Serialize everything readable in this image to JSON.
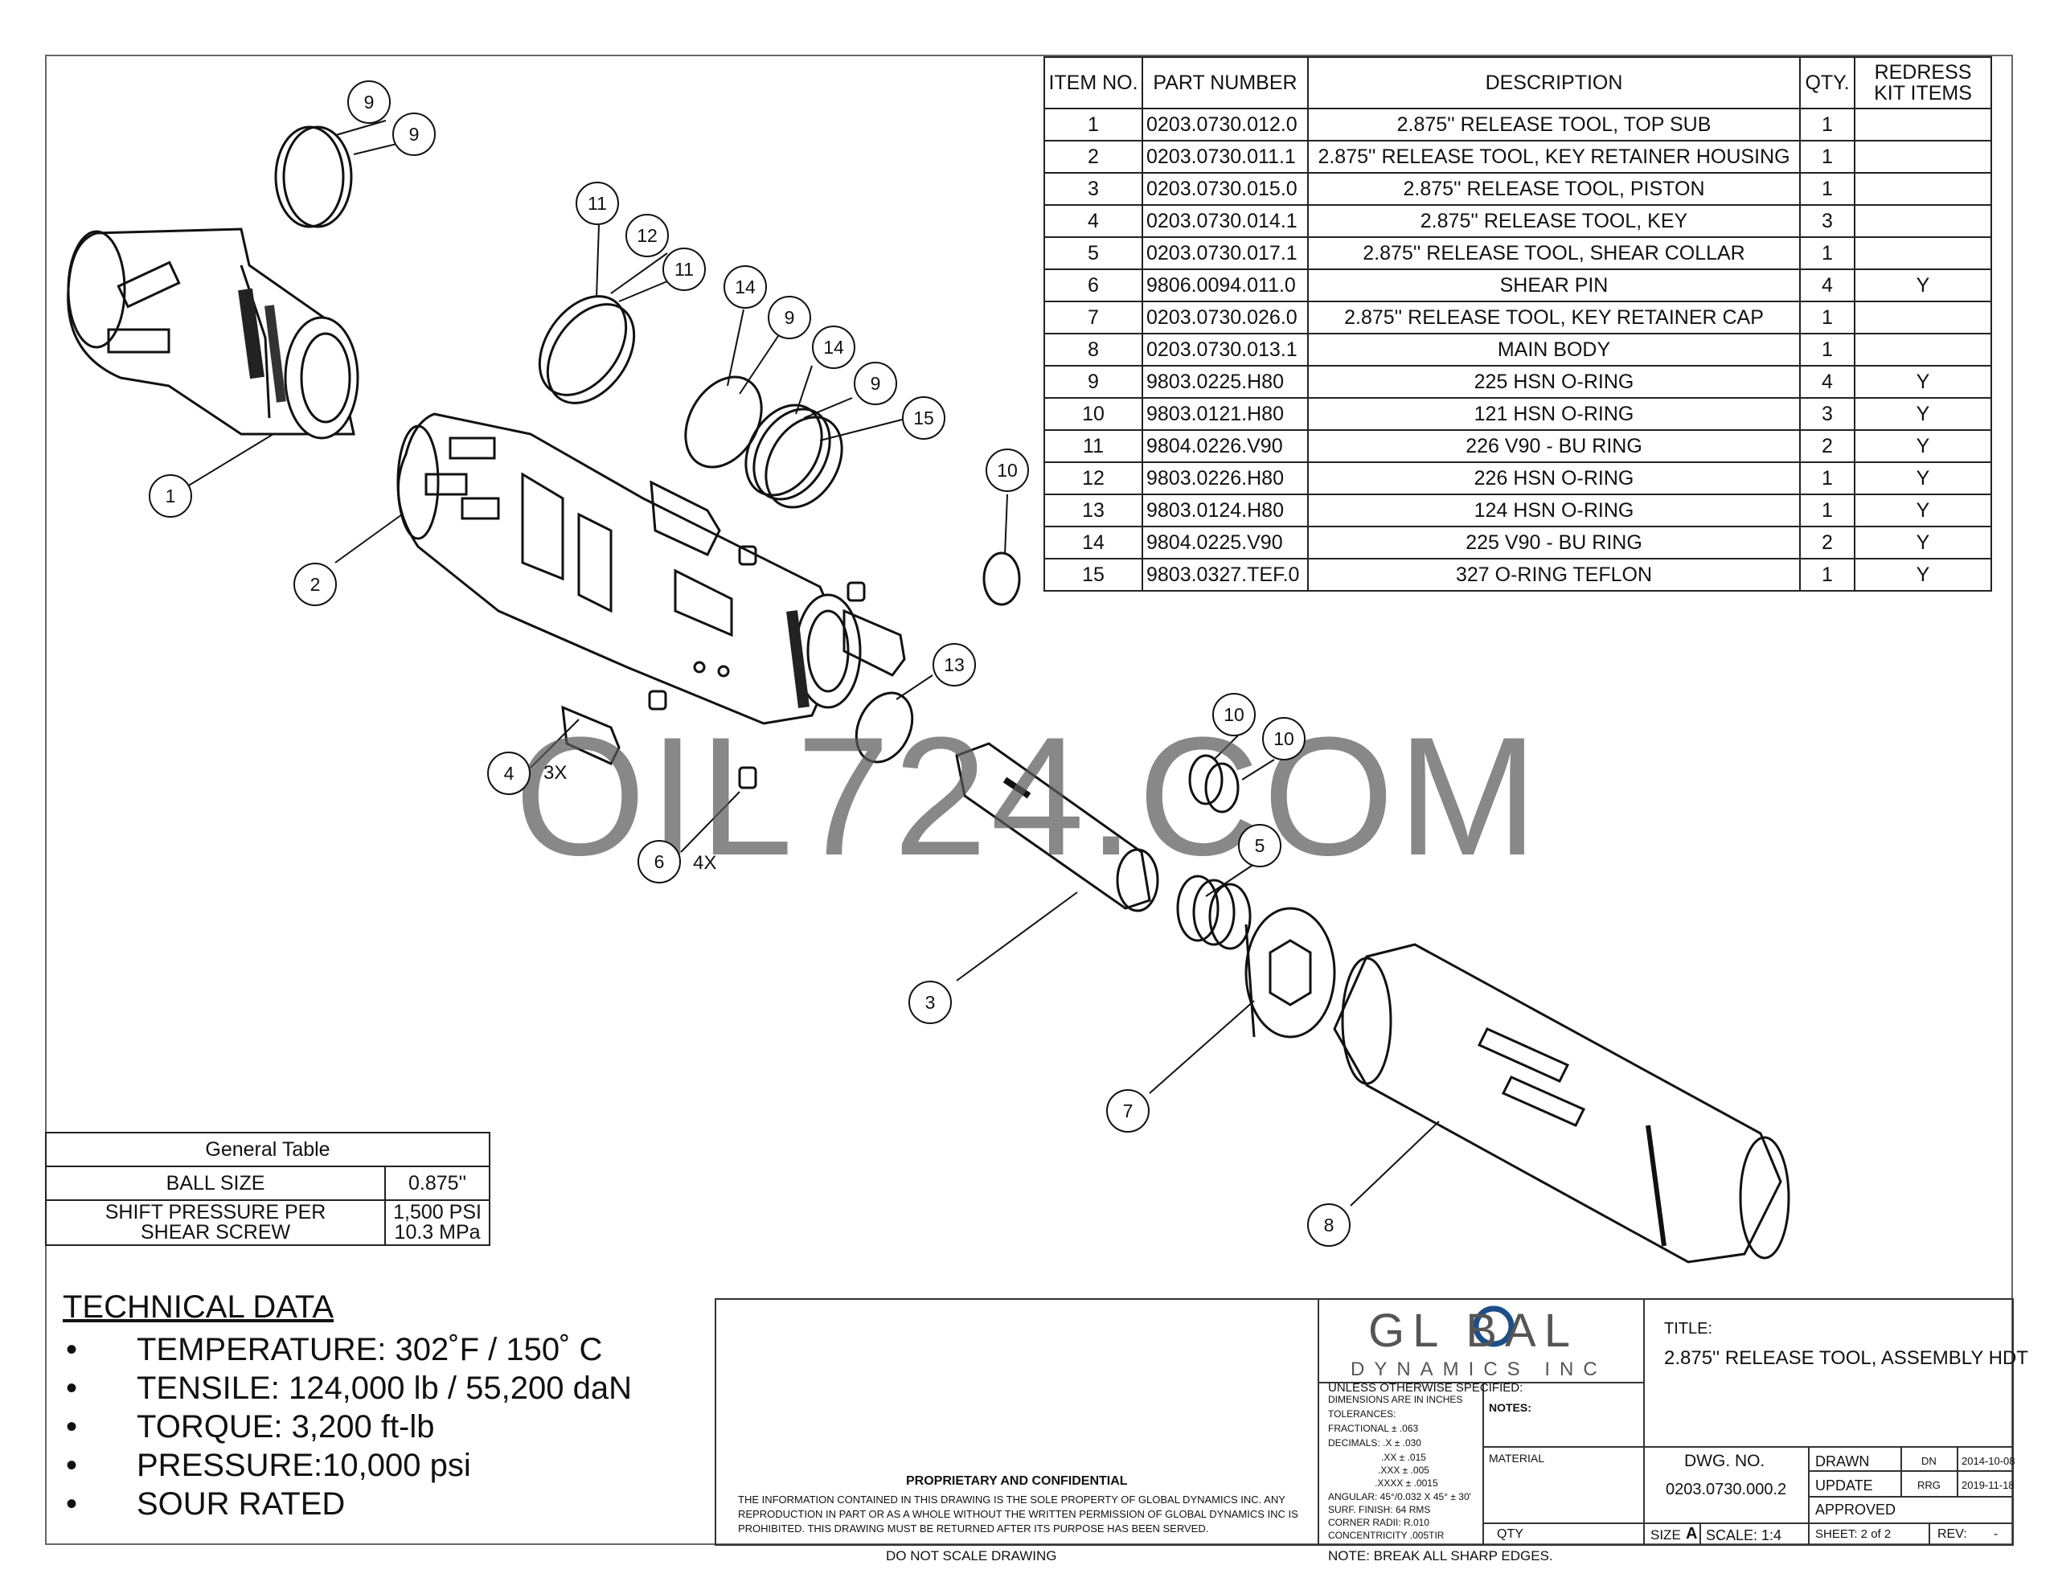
{
  "bom": {
    "headers": {
      "item": "ITEM NO.",
      "part": "PART NUMBER",
      "desc": "DESCRIPTION",
      "qty": "QTY.",
      "kit": "REDRESS KIT ITEMS"
    },
    "rows": [
      {
        "item": "1",
        "part": "0203.0730.012.0",
        "desc": "2.875'' RELEASE TOOL, TOP SUB",
        "qty": "1",
        "kit": ""
      },
      {
        "item": "2",
        "part": "0203.0730.011.1",
        "desc": "2.875'' RELEASE TOOL, KEY RETAINER HOUSING",
        "qty": "1",
        "kit": ""
      },
      {
        "item": "3",
        "part": "0203.0730.015.0",
        "desc": "2.875'' RELEASE TOOL, PISTON",
        "qty": "1",
        "kit": ""
      },
      {
        "item": "4",
        "part": "0203.0730.014.1",
        "desc": "2.875'' RELEASE TOOL, KEY",
        "qty": "3",
        "kit": ""
      },
      {
        "item": "5",
        "part": "0203.0730.017.1",
        "desc": "2.875'' RELEASE TOOL, SHEAR COLLAR",
        "qty": "1",
        "kit": ""
      },
      {
        "item": "6",
        "part": "9806.0094.011.0",
        "desc": "SHEAR PIN",
        "qty": "4",
        "kit": "Y"
      },
      {
        "item": "7",
        "part": "0203.0730.026.0",
        "desc": "2.875'' RELEASE TOOL, KEY RETAINER CAP",
        "qty": "1",
        "kit": ""
      },
      {
        "item": "8",
        "part": "0203.0730.013.1",
        "desc": "MAIN BODY",
        "qty": "1",
        "kit": ""
      },
      {
        "item": "9",
        "part": "9803.0225.H80",
        "desc": "225 HSN O-RING",
        "qty": "4",
        "kit": "Y"
      },
      {
        "item": "10",
        "part": "9803.0121.H80",
        "desc": "121 HSN O-RING",
        "qty": "3",
        "kit": "Y"
      },
      {
        "item": "11",
        "part": "9804.0226.V90",
        "desc": "226 V90 - BU RING",
        "qty": "2",
        "kit": "Y"
      },
      {
        "item": "12",
        "part": "9803.0226.H80",
        "desc": "226 HSN O-RING",
        "qty": "1",
        "kit": "Y"
      },
      {
        "item": "13",
        "part": "9803.0124.H80",
        "desc": "124 HSN O-RING",
        "qty": "1",
        "kit": "Y"
      },
      {
        "item": "14",
        "part": "9804.0225.V90",
        "desc": "225 V90 - BU RING",
        "qty": "2",
        "kit": "Y"
      },
      {
        "item": "15",
        "part": "9803.0327.TEF.0",
        "desc": "327 O-RING TEFLON",
        "qty": "1",
        "kit": "Y"
      }
    ]
  },
  "general_table": {
    "title": "General Table",
    "ball_size_label": "BALL SIZE",
    "ball_size_value": "0.875''",
    "shift_label": "SHIFT PRESSURE PER SHEAR SCREW",
    "shift_value_psi": "1,500 PSI",
    "shift_value_mpa": "10.3 MPa"
  },
  "technical_data": {
    "heading": "TECHNICAL DATA",
    "items": [
      "TEMPERATURE: 302˚F / 150˚ C",
      "TENSILE: 124,000 lb / 55,200 daN",
      "TORQUE: 3,200 ft-lb",
      "PRESSURE:10,000 psi",
      "SOUR RATED"
    ]
  },
  "callouts": {
    "c1": "1",
    "c2": "2",
    "c3": "3",
    "c4": "4",
    "c5": "5",
    "c6": "6",
    "c7": "7",
    "c8": "8",
    "c9a": "9",
    "c9b": "9",
    "c9c": "9",
    "c9d": "9",
    "c10a": "10",
    "c10b": "10",
    "c10c": "10",
    "c11a": "11",
    "c11b": "11",
    "c12": "12",
    "c13": "13",
    "c14a": "14",
    "c14b": "14",
    "c15": "15",
    "qty_4": "3X",
    "qty_6": "4X"
  },
  "watermark": "OIL724.COM",
  "title_block": {
    "logo_line1": "GL  BAL",
    "logo_line2": "DYNAMICS INC",
    "proprietary_heading": "PROPRIETARY AND CONFIDENTIAL",
    "proprietary_text_1": "THE INFORMATION CONTAINED IN THIS DRAWING IS THE SOLE PROPERTY OF GLOBAL DYNAMICS INC. ANY",
    "proprietary_text_2": "REPRODUCTION IN PART OR AS A WHOLE WITHOUT THE WRITTEN PERMISSION OF GLOBAL DYNAMICS INC IS",
    "proprietary_text_3": "PROHIBITED. THIS DRAWING MUST BE RETURNED AFTER ITS PURPOSE HAS BEEN SERVED.",
    "do_not_scale": "DO NOT SCALE DRAWING",
    "note_edges": "NOTE: BREAK ALL SHARP EDGES.",
    "unless": "UNLESS OTHERWISE SPECIFIED:",
    "dims": "DIMENSIONS ARE IN INCHES",
    "tolerances": "TOLERANCES:",
    "fractional": "FRACTIONAL ± .063",
    "decimals": "DECIMALS:  .X ± .030",
    "dec_xx": ".XX ± .015",
    "dec_xxx": ".XXX ± .005",
    "dec_xxxx": ".XXXX ± .0015",
    "angular": "ANGULAR: 45°/0.032 X 45° ± 30'",
    "surf": "SURF. FINISH: 64 RMS",
    "corner": "CORNER RADII: R.010",
    "concentricity": "CONCENTRICITY .005TIR",
    "notes_label": "NOTES:",
    "material_label": "MATERIAL",
    "qty_label": "QTY",
    "title_label": "TITLE:",
    "title_value": "2.875'' RELEASE TOOL, ASSEMBLY HDT",
    "dwg_no_label": "DWG.  NO.",
    "dwg_no_value": "0203.0730.000.2",
    "size_label": "SIZE",
    "size_value": "A",
    "scale_label": "SCALE: 1:4",
    "drawn_label": "DRAWN",
    "drawn_by": "DN",
    "drawn_date": "2014-10-08",
    "update_label": "UPDATE",
    "update_by": "RRG",
    "update_date": "2019-11-18",
    "approved_label": "APPROVED",
    "sheet_label": "SHEET:  2  of  2",
    "rev_label": "REV:",
    "rev_value": "-"
  }
}
